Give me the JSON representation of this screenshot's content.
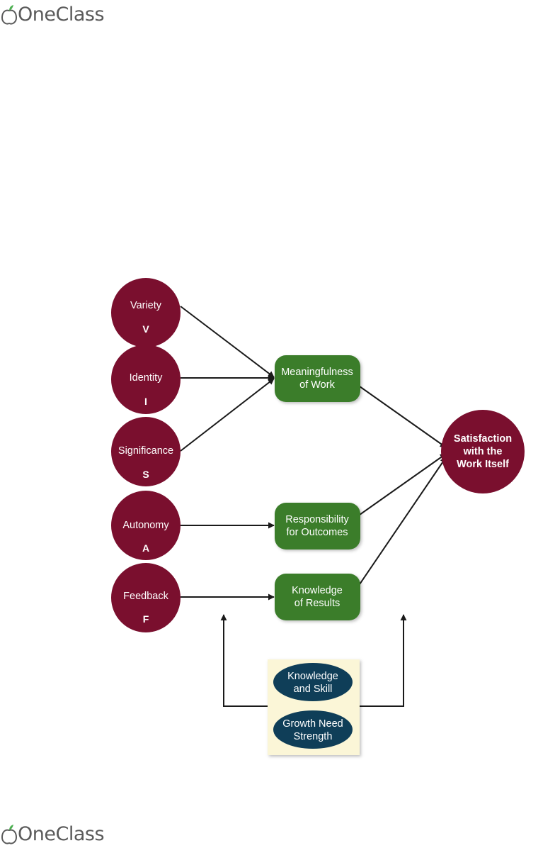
{
  "logo": {
    "text": "OneClass"
  },
  "colors": {
    "job_characteristic": "#7a0f2e",
    "psychological_state": "#3a7d2c",
    "outcome": "#7a0f2e",
    "moderator": "#0f3e58",
    "moderator_panel": "#fbf6d7",
    "arrow": "#1a1a1a"
  },
  "diagram": {
    "characteristics": [
      {
        "name": "Variety",
        "letter": "V"
      },
      {
        "name": "Identity",
        "letter": "I"
      },
      {
        "name": "Significance",
        "letter": "S"
      },
      {
        "name": "Autonomy",
        "letter": "A"
      },
      {
        "name": "Feedback",
        "letter": "F"
      }
    ],
    "states": [
      {
        "line1": "Meaningfulness",
        "line2": "of Work"
      },
      {
        "line1": "Responsibility",
        "line2": "for Outcomes"
      },
      {
        "line1": "Knowledge",
        "line2": "of Results"
      }
    ],
    "outcome": {
      "line1": "Satisfaction",
      "line2": "with the",
      "line3": "Work Itself"
    },
    "moderators": [
      {
        "line1": "Knowledge",
        "line2": "and Skill"
      },
      {
        "line1": "Growth Need",
        "line2": "Strength"
      }
    ]
  }
}
